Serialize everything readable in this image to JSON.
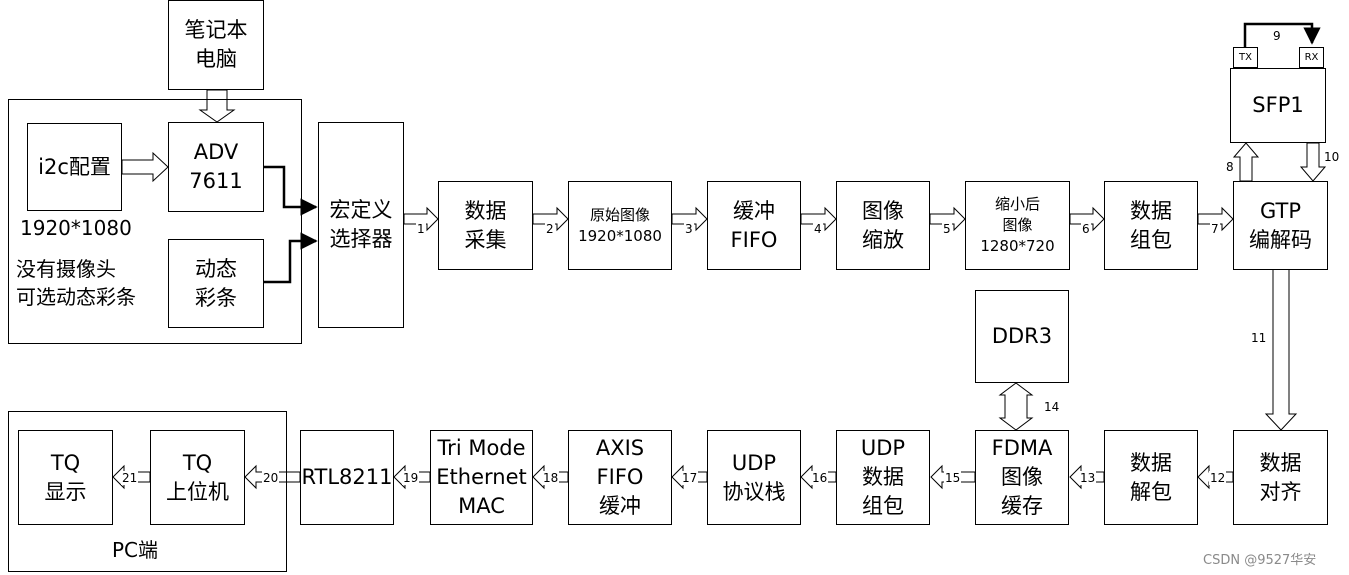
{
  "blocks": {
    "laptop": "笔记本\n电脑",
    "i2c": "i2c配置",
    "adv": "ADV\n7611",
    "dyn_bars": "动态\n彩条",
    "selector": "宏定义\n选择器",
    "capture": "数据\n采集",
    "raw_image": "原始图像\n1920*1080",
    "buffer_fifo": "缓冲\nFIFO",
    "scale": "图像\n缩放",
    "scaled": "缩小后\n图像\n1280*720",
    "packet": "数据\n组包",
    "gtp": "GTP\n编解码",
    "sfp": "SFP1",
    "tx": "TX",
    "rx": "RX",
    "ddr3": "DDR3",
    "align": "数据\n对齐",
    "unpack": "数据\n解包",
    "fdma": "FDMA\n图像\n缓存",
    "udp_pack": "UDP\n数据\n组包",
    "udp_stack": "UDP\n协议栈",
    "axis_fifo": "AXIS\nFIFO\n缓冲",
    "mac": "Tri Mode\nEthernet\nMAC",
    "rtl": "RTL8211",
    "host": "TQ\n上位机",
    "display": "TQ\n显示"
  },
  "labels": {
    "resolution": "1920*1080",
    "no_camera": "没有摄像头\n可选动态彩条",
    "pc_side": "PC端"
  },
  "connections": [
    "1",
    "2",
    "3",
    "4",
    "5",
    "6",
    "7",
    "8",
    "9",
    "10",
    "11",
    "12",
    "13",
    "14",
    "15",
    "16",
    "17",
    "18",
    "19",
    "20",
    "21"
  ],
  "watermark": "CSDN @9527华安"
}
